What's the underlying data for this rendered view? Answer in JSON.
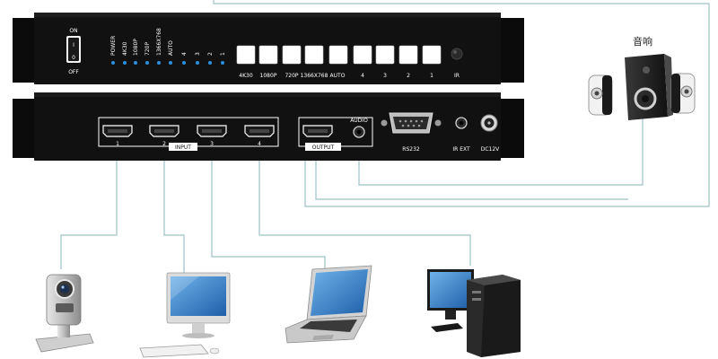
{
  "front_panel": {
    "power_switch": {
      "on_label": "ON",
      "off_label": "OFF",
      "mark_on": "I",
      "mark_off": "0"
    },
    "leds": [
      "POWER",
      "4K30",
      "1080P",
      "720P",
      "1366X768",
      "AUTO",
      "4",
      "3",
      "2",
      "1"
    ],
    "buttons": [
      "4K30",
      "1080P",
      "720P",
      "1366X768",
      "AUTO",
      "4",
      "3",
      "2",
      "1"
    ],
    "ir_label": "IR"
  },
  "rear_panel": {
    "input_ports": [
      "1",
      "2",
      "3",
      "4"
    ],
    "input_label": "INPUT",
    "output_label": "OUTPUT",
    "audio_label": "AUDIO",
    "rs232_label": "RS232",
    "irext_label": "IR EXT",
    "dc_label": "DC12V"
  },
  "speaker_label": "音响",
  "colors": {
    "device_body": "#111111",
    "button_face": "#ffffff",
    "led_blue": "#2b8fe0",
    "cable": "#9cc2c4",
    "monitor_screen": "#2f7fc8"
  }
}
